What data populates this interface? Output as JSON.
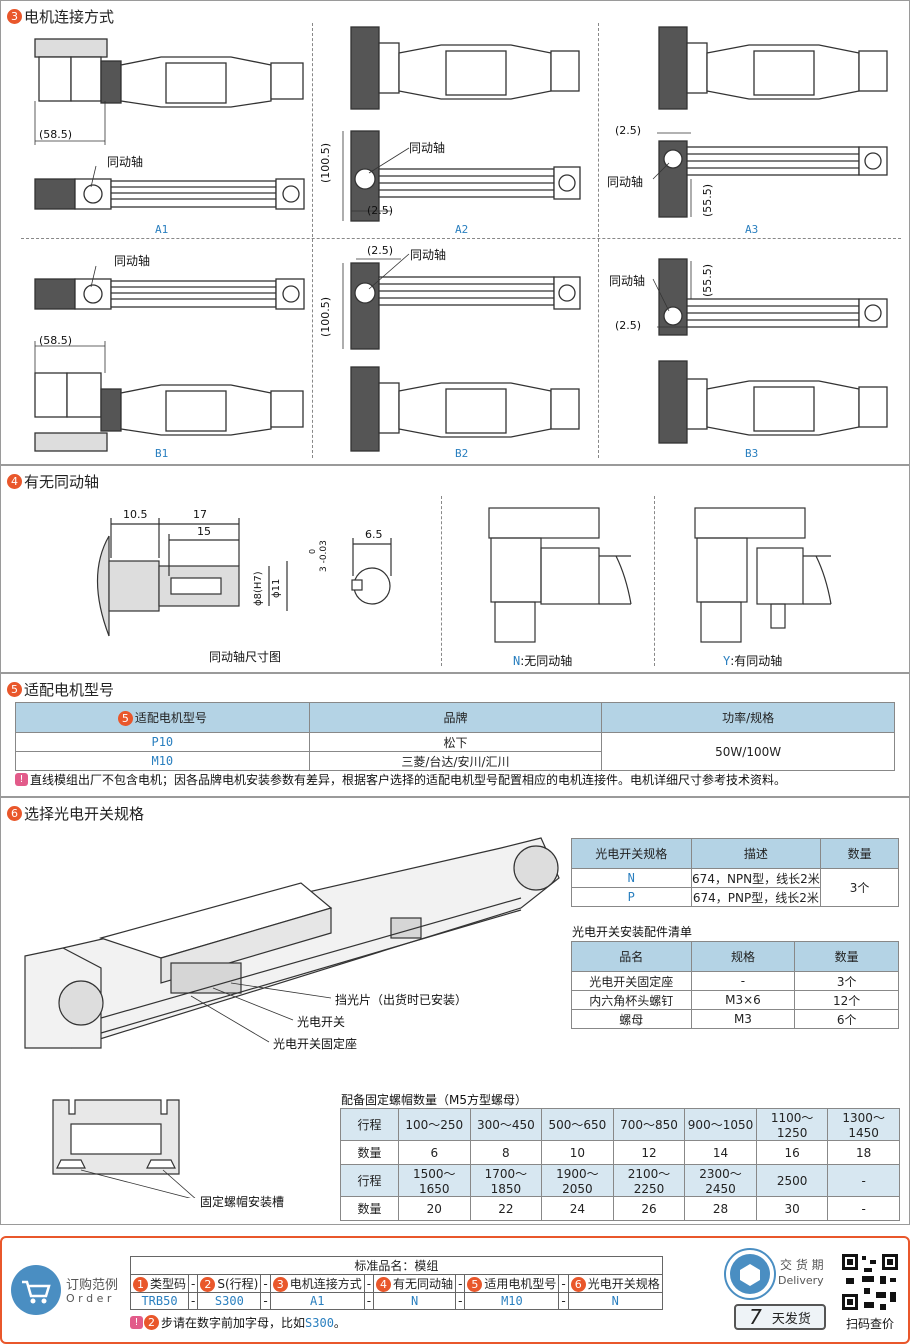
{
  "section3": {
    "num": "3",
    "title": "电机连接方式",
    "labels": [
      "A1",
      "A2",
      "A3",
      "B1",
      "B2",
      "B3"
    ],
    "sync_axis": "同动轴",
    "dims": {
      "d585": "(58.5)",
      "d25": "(2.5)",
      "d1005": "(100.5)",
      "d555": "(55.5)"
    }
  },
  "section4": {
    "num": "4",
    "title": "有无同动轴",
    "dims": {
      "d105": "10.5",
      "d17": "17",
      "d15": "15",
      "d65": "6.5",
      "dphi8": "ϕ8(H7)",
      "dphi11": "ϕ11",
      "tol": "3 -0.03",
      "tol0": "0"
    },
    "caption": "同动轴尺寸图",
    "n_code": "N",
    "n_label": ":无同动轴",
    "y_code": "Y",
    "y_label": ":有同动轴"
  },
  "section5": {
    "num": "5",
    "title": "适配电机型号",
    "headers": [
      "适配电机型号",
      "品牌",
      "功率/规格"
    ],
    "rows": [
      {
        "model": "P10",
        "brand": "松下"
      },
      {
        "model": "M10",
        "brand": "三菱/台达/安川/汇川"
      }
    ],
    "power": "50W/100W",
    "note": "直线模组出厂不包含电机；因各品牌电机安装参数有差异，根据客户选择的适配电机型号配置相应的电机连接件。电机详细尺寸参考技术资料。"
  },
  "section6": {
    "num": "6",
    "title": "选择光电开关规格",
    "callouts": [
      "挡光片（出货时已安装）",
      "光电开关",
      "光电开关固定座"
    ],
    "spec_headers": [
      "光电开关规格",
      "描述",
      "数量"
    ],
    "spec_rows": [
      {
        "code": "N",
        "desc": "674，NPN型，线长2米"
      },
      {
        "code": "P",
        "desc": "674，PNP型，线长2米"
      }
    ],
    "spec_qty": "3个",
    "parts_title": "光电开关安装配件清单",
    "parts_headers": [
      "品名",
      "规格",
      "数量"
    ],
    "parts_rows": [
      {
        "name": "光电开关固定座",
        "spec": "-",
        "qty": "3个"
      },
      {
        "name": "内六角杯头螺钉",
        "spec": "M3×6",
        "qty": "12个"
      },
      {
        "name": "螺母",
        "spec": "M3",
        "qty": "6个"
      }
    ],
    "slot_label": "固定螺帽安装槽",
    "nut_title": "配备固定螺帽数量（M5方型螺母）",
    "nut_row1_head": "行程",
    "nut_row2_head": "数量",
    "nut_strokes1": [
      "100～250",
      "300～450",
      "500～650",
      "700～850",
      "900～1050",
      "1100～1250",
      "1300～1450"
    ],
    "nut_qty1": [
      "6",
      "8",
      "10",
      "12",
      "14",
      "16",
      "18"
    ],
    "nut_strokes2": [
      "1500～1650",
      "1700～1850",
      "1900～2050",
      "2100～2250",
      "2300～2450",
      "2500",
      "-"
    ],
    "nut_qty2": [
      "20",
      "22",
      "24",
      "26",
      "28",
      "30",
      "-"
    ]
  },
  "order": {
    "title_cn": "订购范例",
    "title_en": "O r d e r",
    "product": "标准品名：模组",
    "cols": [
      {
        "n": "1",
        "label": "类型码",
        "val": "TRB50"
      },
      {
        "n": "2",
        "label": "S(行程)",
        "val": "S300"
      },
      {
        "n": "3",
        "label": "电机连接方式",
        "val": "A1"
      },
      {
        "n": "4",
        "label": "有无同动轴",
        "val": "N"
      },
      {
        "n": "5",
        "label": "适用电机型号",
        "val": "M10"
      },
      {
        "n": "6",
        "label": "光电开关规格",
        "val": "N"
      }
    ],
    "sep": "-",
    "note_pre": "步请在数字前加字母，比如",
    "note_example": "S300",
    "note_end": "。",
    "note_num": "2",
    "delivery_cn": "交 货 期",
    "delivery_en": "Delivery",
    "days": "7",
    "days_label": "天发货",
    "qr_label": "扫码查价"
  }
}
